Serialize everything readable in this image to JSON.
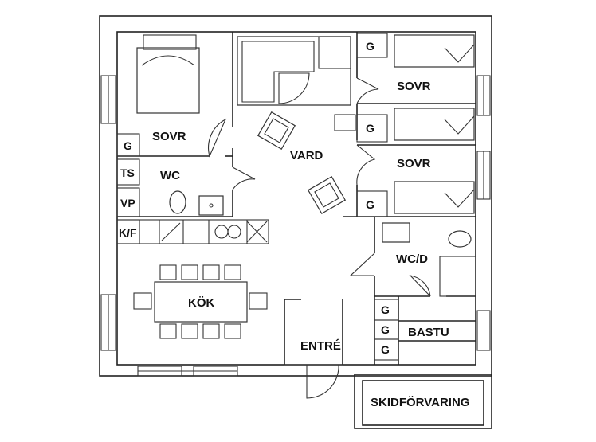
{
  "rooms": {
    "sovr_main": "SOVR",
    "wc": "WC",
    "vard": "VARD",
    "sovr_top_right": "SOVR",
    "sovr_mid_right": "SOVR",
    "wc_d": "WC/D",
    "kok": "KÖK",
    "entre": "ENTRÉ",
    "bastu": "BASTU",
    "skidforvaring": "SKIDFÖRVARING"
  },
  "closets": {
    "g1": "G",
    "ts": "TS",
    "vp": "VP",
    "kf": "K/F",
    "g_top_right": "G",
    "g_mid_right1": "G",
    "g_mid_right2": "G",
    "g_bastu1": "G",
    "g_bastu2": "G",
    "g_bastu3": "G"
  }
}
